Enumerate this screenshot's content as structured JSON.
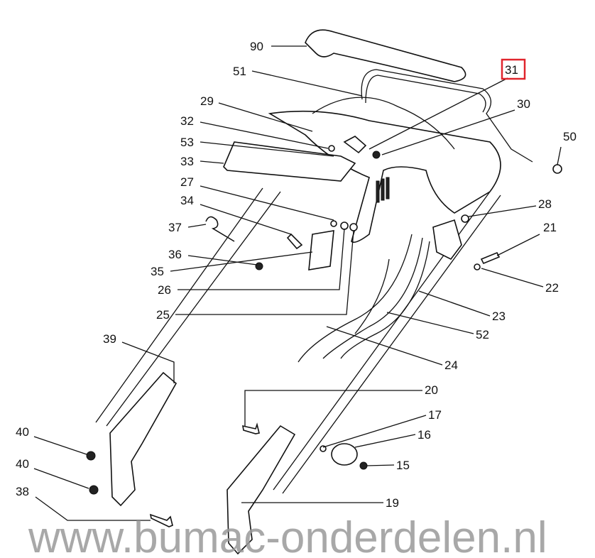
{
  "diagram": {
    "watermark": "www.bumac-onderdelen.nl",
    "highlight_color": "#e0242c",
    "highlighted_part": "31",
    "part_labels": {
      "p90": "90",
      "p51": "51",
      "p31": "31",
      "p29": "29",
      "p30": "30",
      "p32": "32",
      "p50": "50",
      "p53": "53",
      "p33": "33",
      "p27": "27",
      "p34": "34",
      "p28": "28",
      "p37": "37",
      "p21": "21",
      "p36": "36",
      "p22": "22",
      "p35": "35",
      "p26": "26",
      "p25": "25",
      "p23": "23",
      "p52": "52",
      "p39": "39",
      "p24": "24",
      "p20": "20",
      "p17": "17",
      "p40a": "40",
      "p16": "16",
      "p15": "15",
      "p40b": "40",
      "p38": "38",
      "p19": "19"
    }
  }
}
